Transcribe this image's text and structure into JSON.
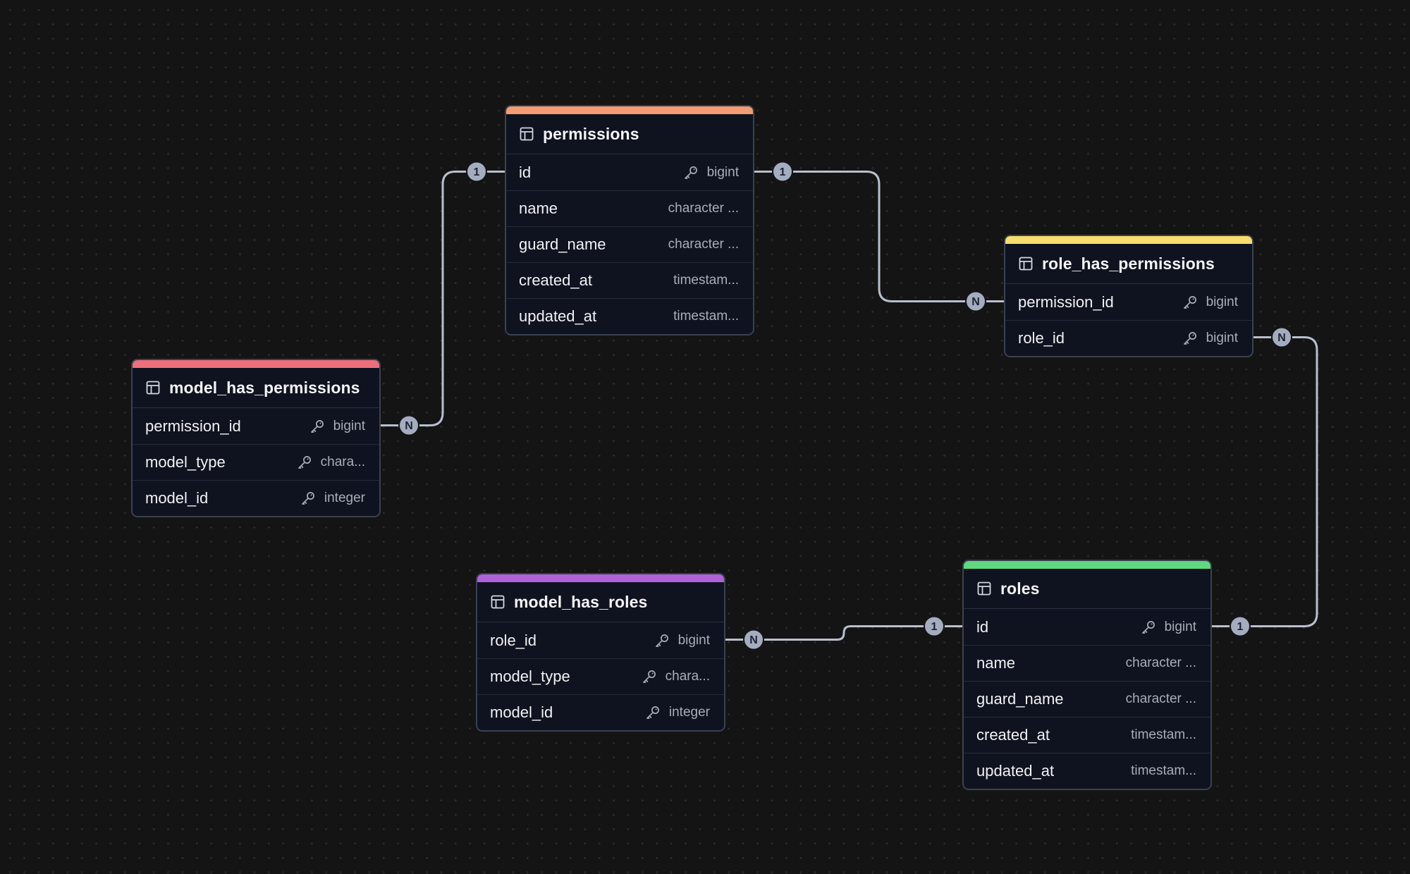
{
  "colors": {
    "permissions_accent": "#F39B73",
    "role_has_permissions_accent": "#F7DD6E",
    "model_has_permissions_accent": "#EE6F7B",
    "model_has_roles_accent": "#B063D8",
    "roles_accent": "#5ED97F",
    "canvas_background": "#141414",
    "edge_color": "#B8BFCC",
    "handle_color": "#A4ACC0"
  },
  "tables": {
    "permissions": {
      "name": "permissions",
      "columns": [
        {
          "name": "id",
          "type": "bigint",
          "key": true
        },
        {
          "name": "name",
          "type": "character ...",
          "key": false
        },
        {
          "name": "guard_name",
          "type": "character ...",
          "key": false
        },
        {
          "name": "created_at",
          "type": "timestam...",
          "key": false
        },
        {
          "name": "updated_at",
          "type": "timestam...",
          "key": false
        }
      ]
    },
    "role_has_permissions": {
      "name": "role_has_permissions",
      "columns": [
        {
          "name": "permission_id",
          "type": "bigint",
          "key": true
        },
        {
          "name": "role_id",
          "type": "bigint",
          "key": true
        }
      ]
    },
    "model_has_permissions": {
      "name": "model_has_permissions",
      "columns": [
        {
          "name": "permission_id",
          "type": "bigint",
          "key": true
        },
        {
          "name": "model_type",
          "type": "chara...",
          "key": true
        },
        {
          "name": "model_id",
          "type": "integer",
          "key": true
        }
      ]
    },
    "model_has_roles": {
      "name": "model_has_roles",
      "columns": [
        {
          "name": "role_id",
          "type": "bigint",
          "key": true
        },
        {
          "name": "model_type",
          "type": "chara...",
          "key": true
        },
        {
          "name": "model_id",
          "type": "integer",
          "key": true
        }
      ]
    },
    "roles": {
      "name": "roles",
      "columns": [
        {
          "name": "id",
          "type": "bigint",
          "key": true
        },
        {
          "name": "name",
          "type": "character ...",
          "key": false
        },
        {
          "name": "guard_name",
          "type": "character ...",
          "key": false
        },
        {
          "name": "created_at",
          "type": "timestam...",
          "key": false
        },
        {
          "name": "updated_at",
          "type": "timestam...",
          "key": false
        }
      ]
    }
  },
  "relationships": [
    {
      "from": "model_has_permissions.permission_id",
      "to": "permissions.id",
      "from_card": "N",
      "to_card": "1"
    },
    {
      "from": "role_has_permissions.permission_id",
      "to": "permissions.id",
      "from_card": "N",
      "to_card": "1"
    },
    {
      "from": "role_has_permissions.role_id",
      "to": "roles.id",
      "from_card": "N",
      "to_card": "1"
    },
    {
      "from": "model_has_roles.role_id",
      "to": "roles.id",
      "from_card": "N",
      "to_card": "1"
    }
  ],
  "icons": {
    "table": "table-icon",
    "key": "key-icon"
  }
}
